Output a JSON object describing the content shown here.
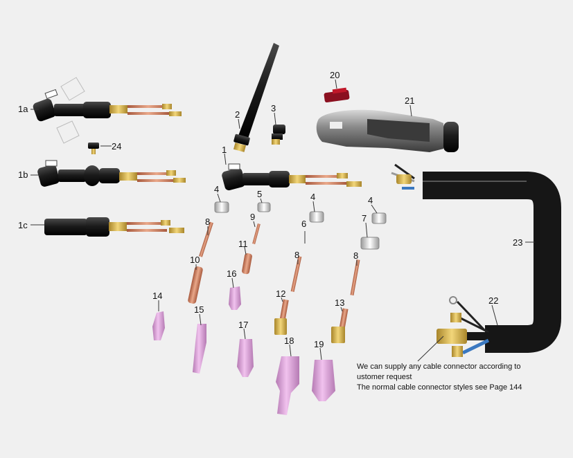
{
  "callouts": {
    "c1a": "1a",
    "c1b": "1b",
    "c1c": "1c",
    "c1": "1",
    "c2": "2",
    "c3": "3",
    "c4a": "4",
    "c4b": "4",
    "c4c": "4",
    "c5": "5",
    "c6": "6",
    "c7": "7",
    "c8a": "8",
    "c8b": "8",
    "c8c": "8",
    "c9": "9",
    "c10": "10",
    "c11": "11",
    "c12": "12",
    "c13": "13",
    "c14": "14",
    "c15": "15",
    "c16": "16",
    "c17": "17",
    "c18": "18",
    "c19": "19",
    "c20": "20",
    "c21": "21",
    "c22": "22",
    "c23": "23",
    "c24": "24"
  },
  "note": {
    "line1": "We can supply any cable connector according to",
    "line2": "ustomer request",
    "line3": "The normal cable connector styles see Page 144"
  },
  "colors": {
    "background": "#f0f0f0",
    "torch_black": "#1c1c1c",
    "copper": "#c87a5a",
    "brass": "#d9b64a",
    "ceramic_pink": "#d99bd6",
    "handle_grey": "#8a8a8a",
    "accent_red": "#c0182a",
    "hose_blue": "#3a78c0"
  }
}
